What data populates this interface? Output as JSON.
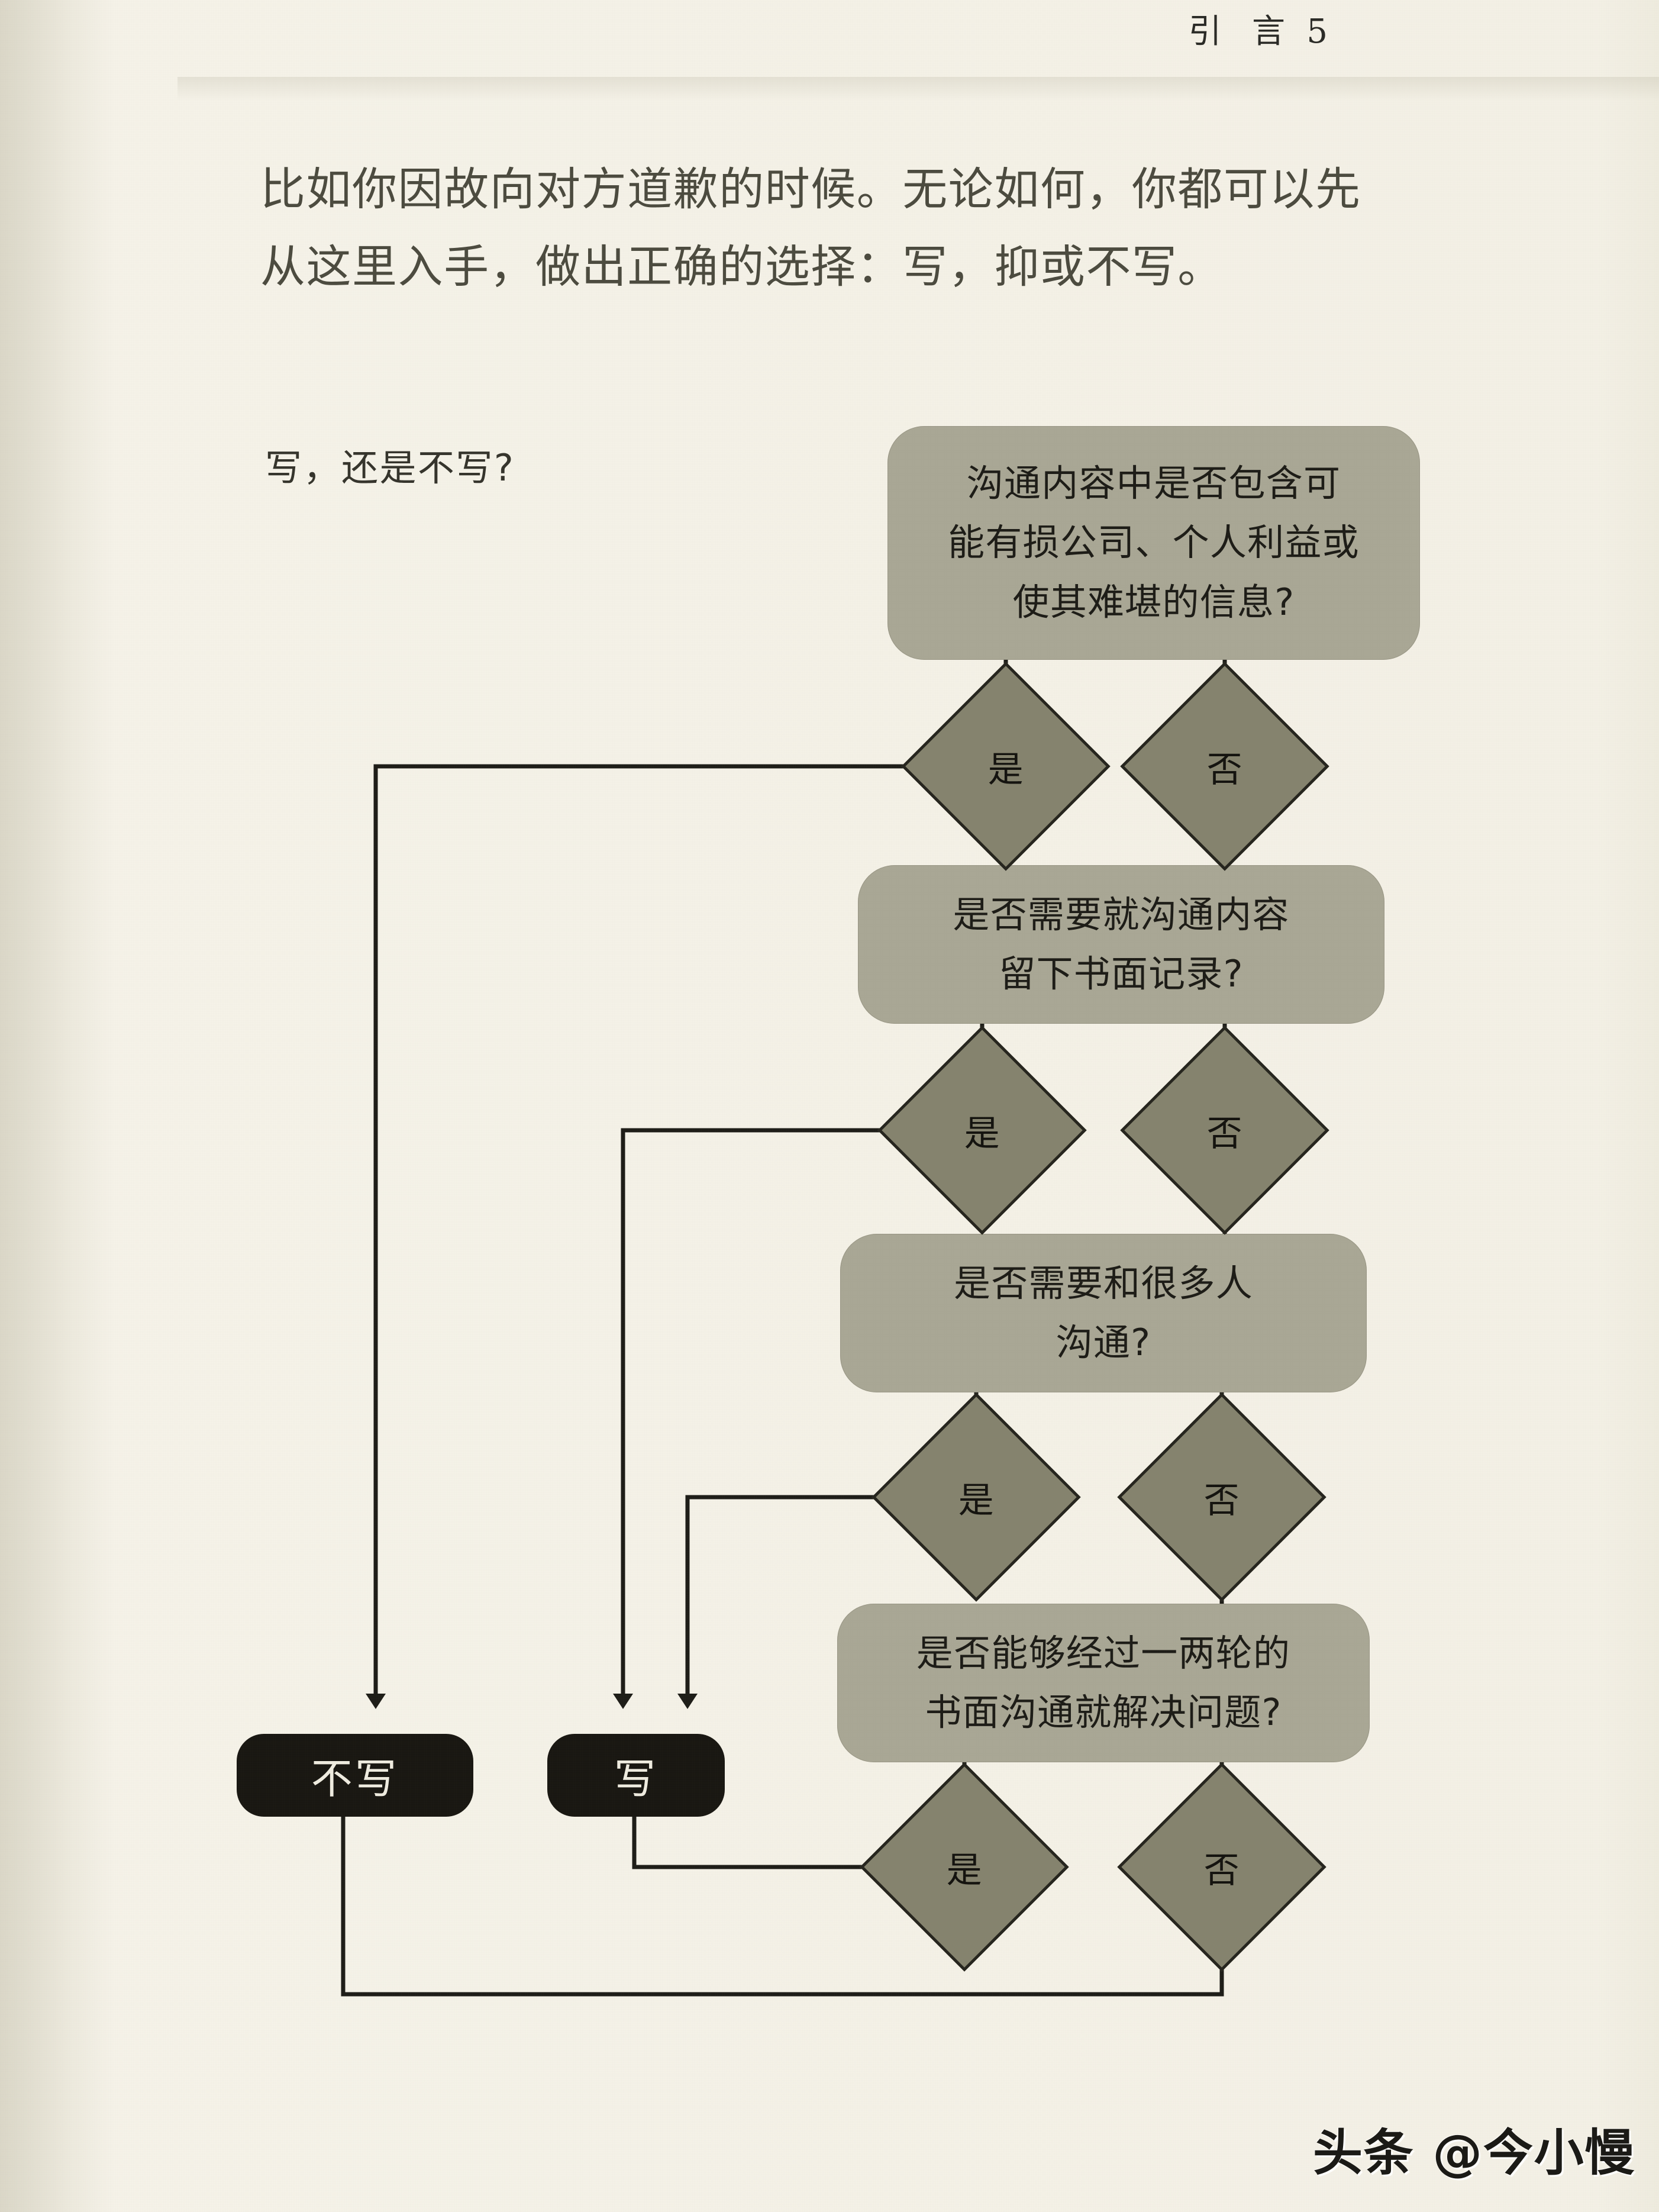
{
  "header": {
    "chapter": "引 言",
    "page_number": "5"
  },
  "body": {
    "line1": "比如你因故向对方道歉的时候。无论如何，你都可以先",
    "line2": "从这里入手，做出正确的选择：写，抑或不写。"
  },
  "flow": {
    "title": "写，还是不写?",
    "labels": {
      "yes": "是",
      "no": "否"
    },
    "nodes": [
      {
        "id": "q1",
        "type": "process",
        "line1": "沟通内容中是否包含可",
        "line2": "能有损公司、个人利益或",
        "line3": "使其难堪的信息?"
      },
      {
        "id": "q2",
        "type": "process",
        "line1": "是否需要就沟通内容",
        "line2": "留下书面记录?"
      },
      {
        "id": "q3",
        "type": "process",
        "line1": "是否需要和很多人",
        "line2": "沟通?"
      },
      {
        "id": "q4",
        "type": "process",
        "line1": "是否能够经过一两轮的",
        "line2": "书面沟通就解决问题?"
      }
    ],
    "decisions": [
      {
        "id": "d1y",
        "label": "是"
      },
      {
        "id": "d1n",
        "label": "否"
      },
      {
        "id": "d2y",
        "label": "是"
      },
      {
        "id": "d2n",
        "label": "否"
      },
      {
        "id": "d3y",
        "label": "是"
      },
      {
        "id": "d3n",
        "label": "否"
      },
      {
        "id": "d4y",
        "label": "是"
      },
      {
        "id": "d4n",
        "label": "否"
      }
    ],
    "terminals": [
      {
        "id": "t_no",
        "label": "不写"
      },
      {
        "id": "t_yes",
        "label": "写"
      }
    ]
  },
  "colors": {
    "paper": "#f2efe4",
    "process_fill": "#a9a795",
    "decision_fill": "#85836e",
    "terminal_fill": "#191712",
    "ink": "#1d1c17"
  },
  "watermark": {
    "text": "头条 @今小慢"
  }
}
